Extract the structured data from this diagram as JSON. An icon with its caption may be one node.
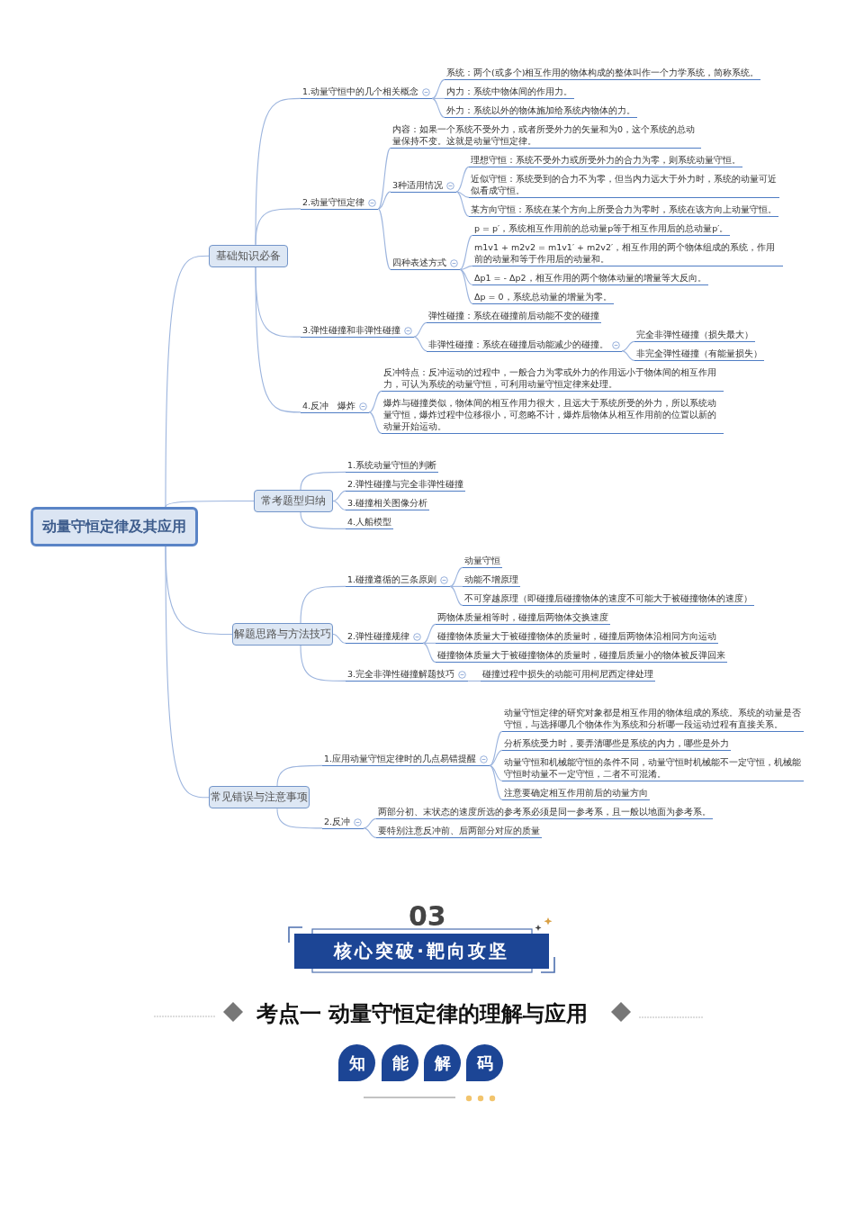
{
  "diagram": {
    "nodes": [
      {
        "text": [
          "动量守恒定律及其应用"
        ]
      },
      {
        "text": [
          "基础知识必备"
        ]
      },
      {
        "text": [
          "1.动量守恒中的几个相关概念"
        ]
      },
      {
        "text": [
          "系统：两个(或多个)相互作用的物体构成的整体叫作一个力学系统，简称系统。"
        ]
      },
      {
        "text": [
          "内力：系统中物体间的作用力。"
        ]
      },
      {
        "text": [
          "外力：系统以外的物体施加给系统内物体的力。"
        ]
      },
      {
        "text": [
          "2.动量守恒定律"
        ]
      },
      {
        "text": [
          "内容：如果一个系统不受外力，或者所受外力的矢量和为0，这个系统的总动量保持不变。这就是动量守恒定律。"
        ]
      },
      {
        "text": [
          "3种适用情况"
        ]
      },
      {
        "text": [
          "理想守恒：系统不受外力或所受外力的合力为零，则系统动量守恒。"
        ]
      },
      {
        "text": [
          "近似守恒：系统受到的合力不为零，但当内力远大于外力时，系统的动量可近似看成守恒。"
        ]
      },
      {
        "text": [
          "某方向守恒：系统在某个方向上所受合力为零时，系统在该方向上动量守恒。"
        ]
      },
      {
        "text": [
          "四种表述方式"
        ]
      },
      {
        "text": [
          "p = p′，系统相互作用前的总动量p等于相互作用后的总动量p′。"
        ]
      },
      {
        "text": [
          "m1v1 + m2v2 = m1v1′ + m2v2′，相互作用的两个物体组成的系统，作用前的动量和等于作用后的动量和。"
        ]
      },
      {
        "text": [
          "Δp1 = - Δp2，相互作用的两个物体动量的增量等大反向。"
        ]
      },
      {
        "text": [
          "Δp = 0，系统总动量的增量为零。"
        ]
      },
      {
        "text": [
          "3.弹性碰撞和非弹性碰撞"
        ]
      },
      {
        "text": [
          "弹性碰撞：系统在碰撞前后动能不变的碰撞"
        ]
      },
      {
        "text": [
          "非弹性碰撞：系统在碰撞后动能减少的碰撞。"
        ]
      },
      {
        "text": [
          "完全非弹性碰撞（损失最大）"
        ]
      },
      {
        "text": [
          "非完全弹性碰撞（有能量损失）"
        ]
      },
      {
        "text": [
          "4.反冲　爆炸"
        ]
      },
      {
        "text": [
          "反冲特点：反冲运动的过程中，一般合力为零或外力的作用远小于物体间的相互作用力，可认为系统的动量守恒，可利用动量守恒定律来处理。"
        ]
      },
      {
        "text": [
          "爆炸与碰撞类似，物体间的相互作用力很大，且远大于系统所受的外力，所以系统动量守恒，爆炸过程中位移很小，可忽略不计，爆炸后物体从相互作用前的位置以新的动量开始运动。"
        ]
      },
      {
        "text": [
          "常考题型归纳"
        ]
      },
      {
        "text": [
          "1.系统动量守恒的判断"
        ]
      },
      {
        "text": [
          "2.弹性碰撞与完全非弹性碰撞"
        ]
      },
      {
        "text": [
          "3.碰撞相关图像分析"
        ]
      },
      {
        "text": [
          "4.人船模型"
        ]
      },
      {
        "text": [
          "解题思路与方法技巧"
        ]
      },
      {
        "text": [
          "1.碰撞遵循的三条原则"
        ]
      },
      {
        "text": [
          "动量守恒"
        ]
      },
      {
        "text": [
          "动能不增原理"
        ]
      },
      {
        "text": [
          "不可穿越原理（即碰撞后碰撞物体的速度不可能大于被碰撞物体的速度）"
        ]
      },
      {
        "text": [
          "2.弹性碰撞规律"
        ]
      },
      {
        "text": [
          "两物体质量相等时，碰撞后两物体交换速度"
        ]
      },
      {
        "text": [
          "碰撞物体质量大于被碰撞物体的质量时，碰撞后两物体沿相同方向运动"
        ]
      },
      {
        "text": [
          "碰撞物体质量大于被碰撞物体的质量时，碰撞后质量小的物体被反弹回来"
        ]
      },
      {
        "text": [
          "3.完全非弹性碰撞解题技巧"
        ]
      },
      {
        "text": [
          "碰撞过程中损失的动能可用柯尼西定律处理"
        ]
      },
      {
        "text": [
          "常见错误与注意事项"
        ]
      },
      {
        "text": [
          "1.应用动量守恒定律时的几点易错提醒"
        ]
      },
      {
        "text": [
          "动量守恒定律的研究对象都是相互作用的物体组成的系统。系统的动量是否守恒，与选择哪几个物体作为系统和分析哪一段运动过程有直接关系。"
        ]
      },
      {
        "text": [
          "分析系统受力时，要弄清哪些是系统的内力，哪些是外力"
        ]
      },
      {
        "text": [
          "动量守恒和机械能守恒的条件不同，动量守恒时机械能不一定守恒，机械能守恒时动量不一定守恒，二者不可混淆。"
        ]
      },
      {
        "text": [
          "注意要确定相互作用前后的动量方向"
        ]
      },
      {
        "text": [
          "2.反冲"
        ]
      },
      {
        "text": [
          "两部分初、末状态的速度所选的参考系必须是同一参考系，且一般以地面为参考系。"
        ]
      },
      {
        "text": [
          "要特别注意反冲前、后两部分对应的质量"
        ]
      },
      {
        "text": [
          "核心突破·靶向攻坚"
        ],
        "beside": [
          "03"
        ]
      },
      {
        "text": [
          "知"
        ]
      },
      {
        "text": [
          "能"
        ]
      },
      {
        "text": [
          "解"
        ]
      },
      {
        "text": [
          "码"
        ]
      }
    ],
    "edges": [
      {
        "from": 0,
        "to": 1,
        "arrow": "none"
      },
      {
        "from": 0,
        "to": 25,
        "arrow": "none"
      },
      {
        "from": 0,
        "to": 30,
        "arrow": "none"
      },
      {
        "from": 0,
        "to": 41,
        "arrow": "none"
      },
      {
        "from": 1,
        "to": 2,
        "arrow": "none"
      },
      {
        "from": 1,
        "to": 6,
        "arrow": "none"
      },
      {
        "from": 1,
        "to": 17,
        "arrow": "none"
      },
      {
        "from": 1,
        "to": 22,
        "arrow": "none"
      },
      {
        "from": 2,
        "to": 3,
        "arrow": "none"
      },
      {
        "from": 2,
        "to": 4,
        "arrow": "none"
      },
      {
        "from": 2,
        "to": 5,
        "arrow": "none"
      },
      {
        "from": 6,
        "to": 7,
        "arrow": "none"
      },
      {
        "from": 6,
        "to": 8,
        "arrow": "none"
      },
      {
        "from": 6,
        "to": 12,
        "arrow": "none"
      },
      {
        "from": 8,
        "to": 9,
        "arrow": "none"
      },
      {
        "from": 8,
        "to": 10,
        "arrow": "none"
      },
      {
        "from": 8,
        "to": 11,
        "arrow": "none"
      },
      {
        "from": 12,
        "to": 13,
        "arrow": "none"
      },
      {
        "from": 12,
        "to": 14,
        "arrow": "none"
      },
      {
        "from": 12,
        "to": 15,
        "arrow": "none"
      },
      {
        "from": 12,
        "to": 16,
        "arrow": "none"
      },
      {
        "from": 17,
        "to": 18,
        "arrow": "none"
      },
      {
        "from": 17,
        "to": 19,
        "arrow": "none"
      },
      {
        "from": 19,
        "to": 20,
        "arrow": "none"
      },
      {
        "from": 19,
        "to": 21,
        "arrow": "none"
      },
      {
        "from": 22,
        "to": 23,
        "arrow": "none"
      },
      {
        "from": 22,
        "to": 24,
        "arrow": "none"
      },
      {
        "from": 25,
        "to": 26,
        "arrow": "none"
      },
      {
        "from": 25,
        "to": 27,
        "arrow": "none"
      },
      {
        "from": 25,
        "to": 28,
        "arrow": "none"
      },
      {
        "from": 25,
        "to": 29,
        "arrow": "none"
      },
      {
        "from": 30,
        "to": 31,
        "arrow": "none"
      },
      {
        "from": 30,
        "to": 35,
        "arrow": "none"
      },
      {
        "from": 30,
        "to": 39,
        "arrow": "none"
      },
      {
        "from": 31,
        "to": 32,
        "arrow": "none"
      },
      {
        "from": 31,
        "to": 33,
        "arrow": "none"
      },
      {
        "from": 31,
        "to": 34,
        "arrow": "none"
      },
      {
        "from": 35,
        "to": 36,
        "arrow": "none"
      },
      {
        "from": 35,
        "to": 37,
        "arrow": "none"
      },
      {
        "from": 35,
        "to": 38,
        "arrow": "none"
      },
      {
        "from": 39,
        "to": 40,
        "arrow": "none"
      },
      {
        "from": 41,
        "to": 42,
        "arrow": "none"
      },
      {
        "from": 41,
        "to": 47,
        "arrow": "none"
      },
      {
        "from": 42,
        "to": 43,
        "arrow": "none"
      },
      {
        "from": 42,
        "to": 44,
        "arrow": "none"
      },
      {
        "from": 42,
        "to": 45,
        "arrow": "none"
      },
      {
        "from": 42,
        "to": 46,
        "arrow": "none"
      },
      {
        "from": 47,
        "to": 48,
        "arrow": "none"
      },
      {
        "from": 47,
        "to": 49,
        "arrow": "none"
      }
    ],
    "labels": [
      "考点一 动量守恒定律的理解与应用"
    ]
  }
}
